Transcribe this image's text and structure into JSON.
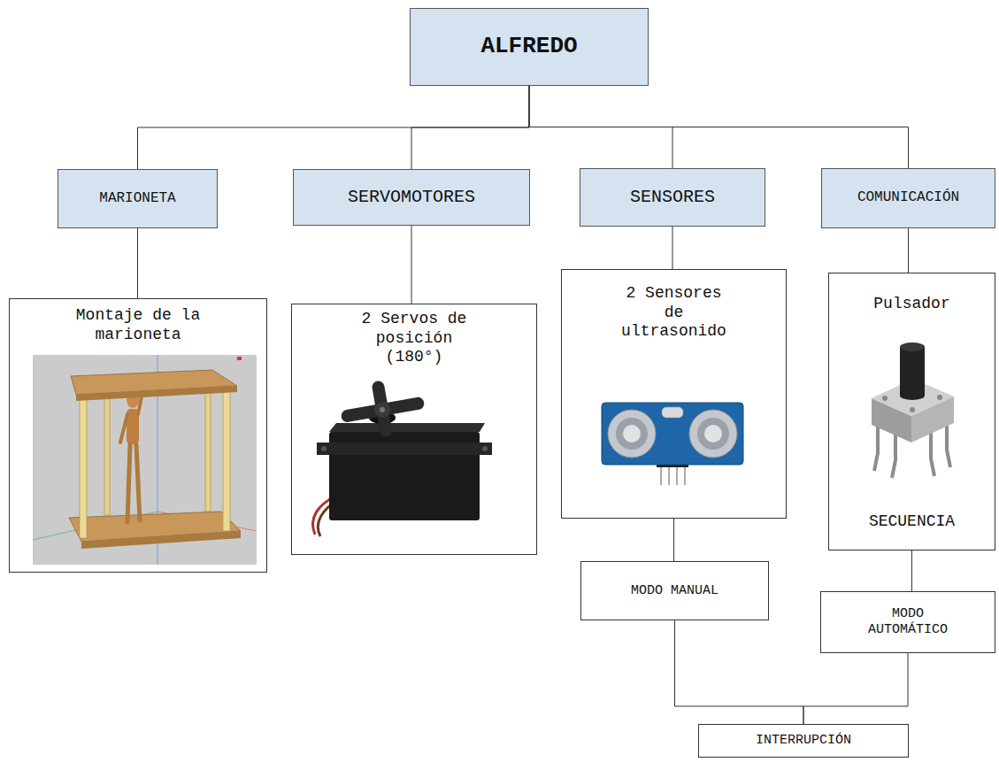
{
  "diagram": {
    "nodes": [
      {
        "text": [
          "ALFREDO"
        ]
      },
      {
        "text": [
          "MARIONETA"
        ]
      },
      {
        "text": [
          "SERVOMOTORES"
        ]
      },
      {
        "text": [
          "SENSORES"
        ]
      },
      {
        "text": [
          "COMUNICACIÓN"
        ]
      },
      {
        "text": [
          "Montaje de la marioneta"
        ]
      },
      {
        "text": [
          "2 Servos de posición (180°)"
        ]
      },
      {
        "text": [
          "2 Sensores de ultrasonido"
        ]
      },
      {
        "text": [
          "Pulsador",
          "SECUENCIA"
        ]
      },
      {
        "text": [
          "MODO MANUAL"
        ]
      },
      {
        "text": [
          "MODO AUTOMÁTICO"
        ]
      },
      {
        "text": [
          "INTERRUPCIÓN"
        ]
      }
    ],
    "edges": [
      {
        "from": 0,
        "to": 1,
        "arrow": "none"
      },
      {
        "from": 0,
        "to": 2,
        "arrow": "none"
      },
      {
        "from": 0,
        "to": 3,
        "arrow": "none"
      },
      {
        "from": 0,
        "to": 4,
        "arrow": "none"
      },
      {
        "from": 1,
        "to": 5,
        "arrow": "none"
      },
      {
        "from": 2,
        "to": 6,
        "arrow": "none"
      },
      {
        "from": 3,
        "to": 7,
        "arrow": "none"
      },
      {
        "from": 4,
        "to": 8,
        "arrow": "none"
      },
      {
        "from": 7,
        "to": 9,
        "arrow": "none"
      },
      {
        "from": 8,
        "to": 10,
        "arrow": "none"
      },
      {
        "from": 9,
        "to": 11,
        "arrow": "none"
      },
      {
        "from": 10,
        "to": 11,
        "arrow": "none"
      }
    ]
  }
}
